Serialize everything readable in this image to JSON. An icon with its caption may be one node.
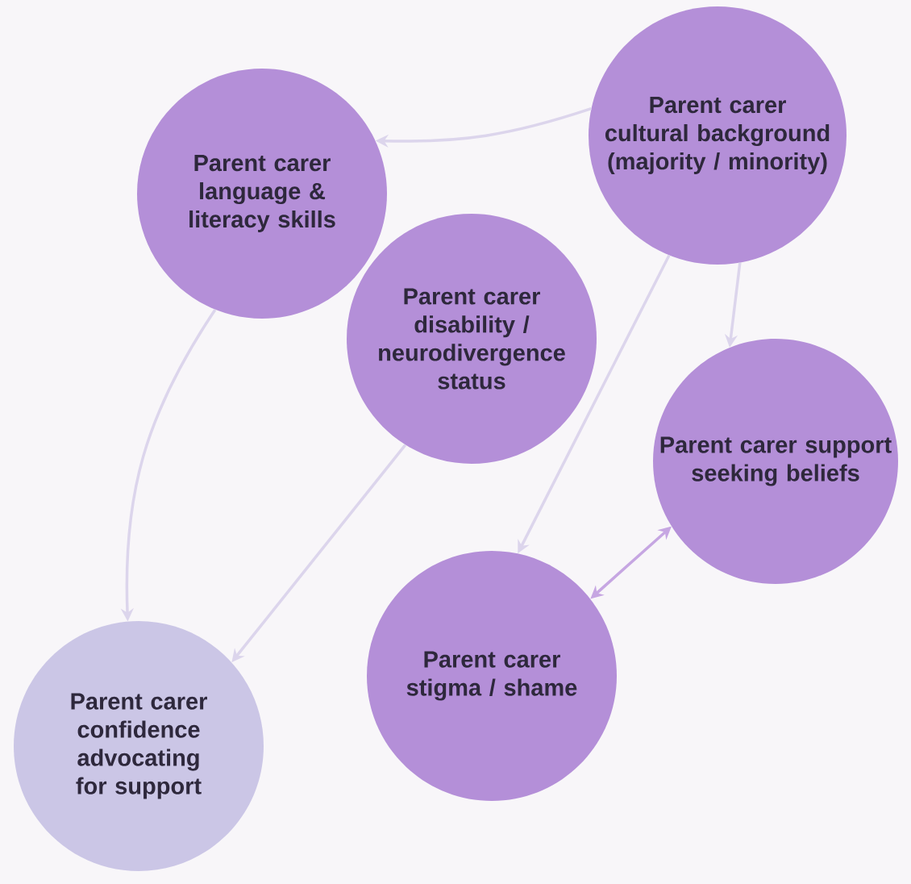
{
  "diagram": {
    "nodes": [
      {
        "text": [
          "Parent carer cultural background (majority / minority)"
        ]
      },
      {
        "text": [
          "Parent carer language & literacy skills"
        ]
      },
      {
        "text": [
          "Parent carer disability / neurodivergence status"
        ]
      },
      {
        "text": [
          "Parent carer support seeking beliefs"
        ]
      },
      {
        "text": [
          "Parent carer stigma / shame"
        ]
      },
      {
        "text": [
          "Parent carer confidence advocating for support"
        ]
      }
    ],
    "edges": [
      {
        "from": 0,
        "to": 1,
        "arrow": "to"
      },
      {
        "from": 0,
        "to": 3,
        "arrow": "to"
      },
      {
        "from": 0,
        "to": 4,
        "arrow": "to"
      },
      {
        "from": 1,
        "to": 5,
        "arrow": "to"
      },
      {
        "from": 2,
        "to": 5,
        "arrow": "to"
      },
      {
        "from": 3,
        "to": 4,
        "arrow": "both",
        "color": "#c6a6e2"
      }
    ]
  }
}
